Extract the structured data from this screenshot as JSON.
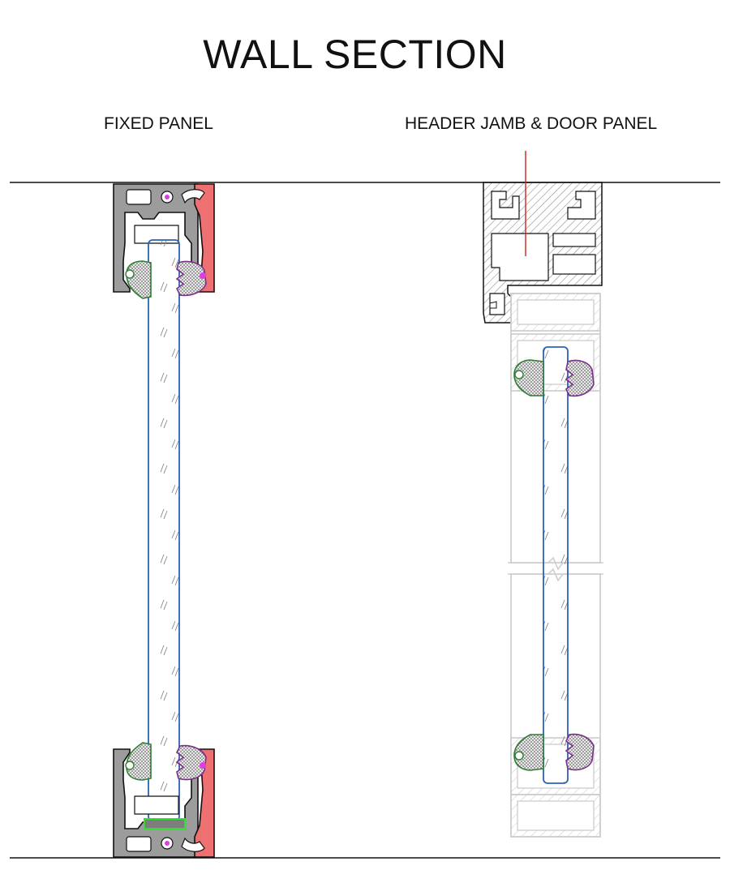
{
  "title": "WALL SECTION",
  "labels": {
    "fixed_panel": "FIXED PANEL",
    "header_jamb": "HEADER JAMB & DOOR PANEL"
  },
  "colors": {
    "aluminum": "#9a9a9a",
    "thermal_break": "#ee7070",
    "glass_edge": "#2a62b8",
    "gasket_green": "#2f7d32",
    "gasket_purple": "#7a2f8a",
    "screw": "#e13be6",
    "setting_block": "#33dd33",
    "centerline": "#d62020",
    "hatch": "#999999",
    "ghost": "#cfcfcf"
  },
  "icons": [
    "glass-pane",
    "aluminum-extrusion",
    "gasket",
    "screw-port",
    "setting-block",
    "break-line"
  ]
}
